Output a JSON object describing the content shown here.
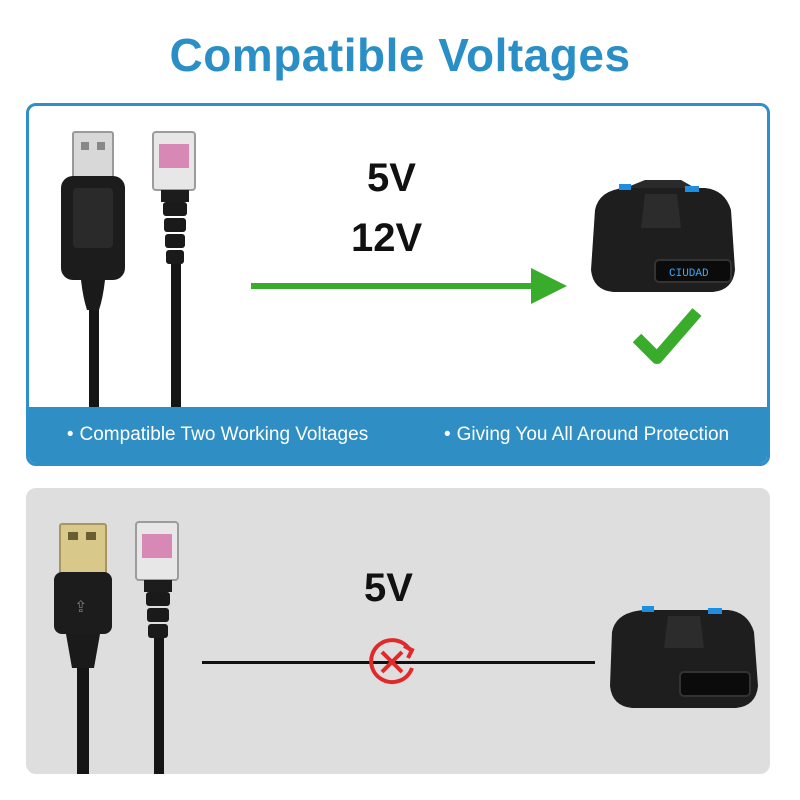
{
  "title": "Compatible Voltages",
  "top_panel": {
    "voltage_1": "5V",
    "voltage_2": "12V",
    "detector_display": "CIUDAD",
    "features": [
      "Compatible Two Working Voltages",
      "Giving You All Around Protection"
    ]
  },
  "bottom_panel": {
    "voltage": "5V"
  },
  "colors": {
    "title": "#2a8fc6",
    "banner": "#2f8fc5",
    "arrow": "#3aac2c",
    "check": "#3aac2c",
    "cross": "#e02a2a"
  },
  "icons": [
    "usb-plug-icon",
    "rj-connector-icon",
    "radar-detector-icon",
    "arrow-right-icon",
    "check-icon",
    "cross-circle-icon"
  ]
}
